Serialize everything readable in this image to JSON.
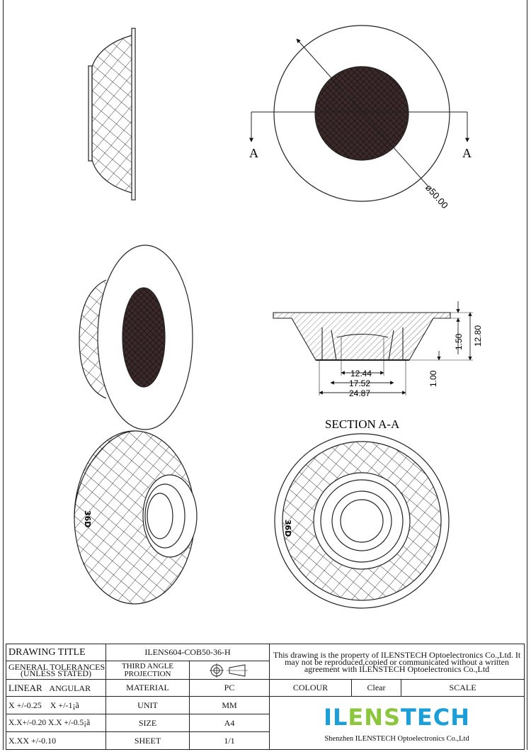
{
  "drawing": {
    "section_marker_left": "A",
    "section_marker_right": "A",
    "diameter_label": "ø50.00",
    "section_title": "SECTION A-A",
    "dim_12_44": "12.44",
    "dim_17_52": "17.52",
    "dim_24_87": "24.87",
    "dim_1_50": "1.50",
    "dim_12_80": "12.80",
    "dim_1_00": "1.00",
    "beam_mark": "36D"
  },
  "title_block": {
    "drawing_title_label": "DRAWING TITLE",
    "drawing_title_value": "ILENS604-COB50-36-H",
    "notice": "This drawing is the property of ILENSTECH Optoelectronics Co.,Ltd. It may not be reproduced,copied or communicated without a written agreement with ILENSTECH Optoelectronics Co.,Ltd",
    "general_tolerances": "GENERAL TOLERANCES",
    "unless_stated": "(UNLESS STATED)",
    "projection_label_1": "THIRD ANGLE",
    "projection_label_2": "PROJECTION",
    "linear_label": "LINEAR",
    "angular_label": "ANGULAR",
    "material_label": "MATERIAL",
    "material_value": "PC",
    "colour_label": "COLOUR",
    "colour_value": "Clear",
    "scale_label": "SCALE",
    "tol_x": "X  +/-0.25",
    "tol_x_ang": "X  +/-1¡ã",
    "unit_label": "UNIT",
    "unit_value": "MM",
    "tol_xx": "X.X+/-0.20",
    "tol_xx_ang": "X.X +/-0.5¡ã",
    "size_label": "SIZE",
    "size_value": "A4",
    "tol_xxx": "X.XX +/-0.10",
    "sheet_label": "SHEET",
    "sheet_value": "1/1",
    "brand": "ILENSTECH",
    "company": "Shenzhen ILENSTECH Optoelectronics Co.,Ltd"
  }
}
